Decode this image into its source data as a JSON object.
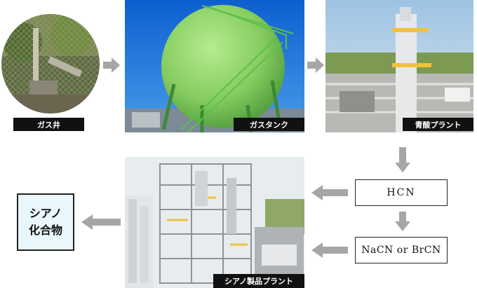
{
  "nodes": {
    "gas_well": {
      "label": "ガス井"
    },
    "gas_tank": {
      "label": "ガスタンク"
    },
    "hcn_plant": {
      "label": "青酸プラント"
    },
    "hcn": {
      "label": "HCN"
    },
    "nacn": {
      "label": "NaCN or BrCN"
    },
    "cyano_plant": {
      "label": "シアノ製品プラント"
    },
    "cyano_compound": {
      "line1": "シアノ",
      "line2": "化合物"
    }
  },
  "colors": {
    "arrow": "#a6a6a6",
    "caption_bg": "#111111",
    "final_box_bg": "#e9f6fb",
    "tank_green": "#8fd46a",
    "sky_blue": "#1e6fd6"
  }
}
